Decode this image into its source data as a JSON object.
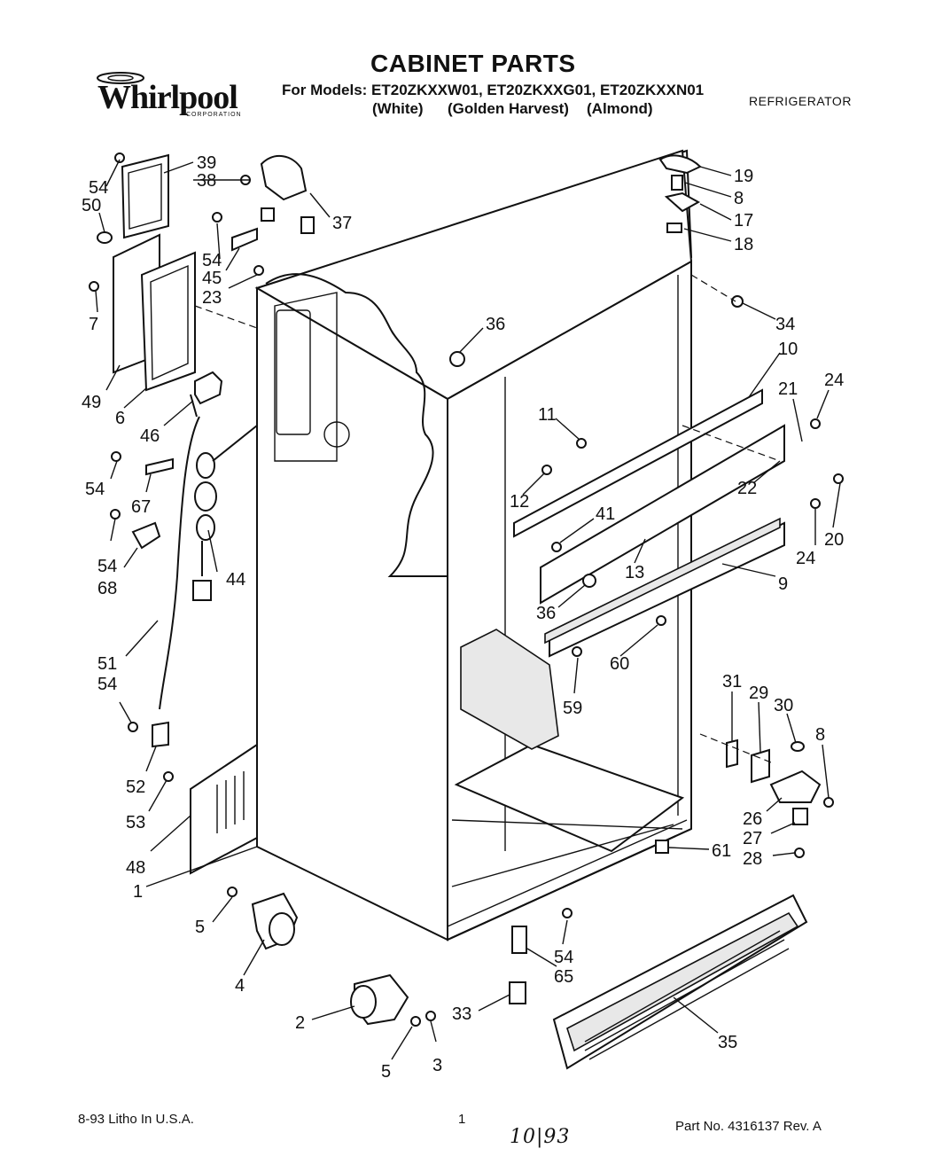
{
  "brand": {
    "name": "Whirlpool",
    "sub": "CORPORATION"
  },
  "header": {
    "title": "CABINET PARTS",
    "models_line": "For Models: ET20ZKXXW01, ET20ZKXXG01, ET20ZKXXN01",
    "variants": [
      "(White)",
      "(Golden Harvest)",
      "(Almond)"
    ],
    "category": "REFRIGERATOR"
  },
  "callouts": [
    "39",
    "38",
    "54",
    "50",
    "37",
    "54",
    "45",
    "23",
    "7",
    "49",
    "6",
    "46",
    "54",
    "67",
    "54",
    "68",
    "44",
    "51",
    "54",
    "52",
    "53",
    "48",
    "1",
    "5",
    "4",
    "2",
    "5",
    "3",
    "33",
    "65",
    "54",
    "35",
    "36",
    "19",
    "8",
    "17",
    "18",
    "34",
    "10",
    "11",
    "12",
    "41",
    "21",
    "24",
    "22",
    "20",
    "24",
    "13",
    "9",
    "36",
    "60",
    "59",
    "31",
    "29",
    "30",
    "8",
    "26",
    "27",
    "28",
    "61"
  ],
  "footer": {
    "print_info": "8-93 Litho In U.S.A.",
    "page": "1",
    "handwritten": "10|93",
    "part_no": "Part No. 4316137 Rev. A"
  }
}
